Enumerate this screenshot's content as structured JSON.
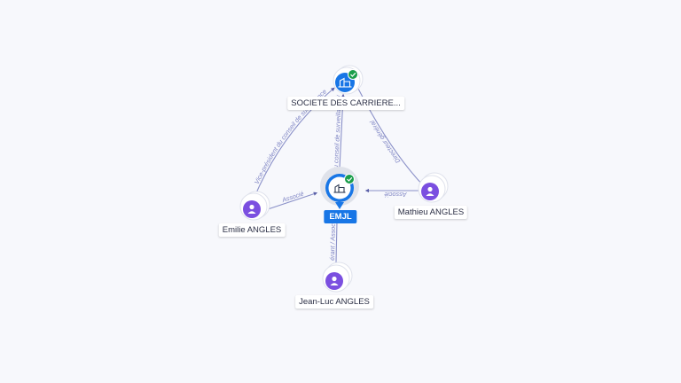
{
  "nodes": {
    "societe": {
      "label": "SOCIETE DES CARRIERE...",
      "icon": "building-icon",
      "verified": true
    },
    "emjl": {
      "label": "EMJL",
      "icon": "building-icon",
      "verified": true
    },
    "emilie": {
      "label": "Emilie ANGLES",
      "icon": "person-icon"
    },
    "mathieu": {
      "label": "Mathieu ANGLES",
      "icon": "person-icon"
    },
    "jeanluc": {
      "label": "Jean-Luc ANGLES",
      "icon": "person-icon"
    }
  },
  "edges": {
    "emjl_societe": "Membre du conseil de surveillance / Président",
    "emilie_societe": "Vice-président du conseil de surveillance",
    "mathieu_societe": "Directeur général",
    "emilie_emjl": "Associé",
    "mathieu_emjl": "Associé",
    "jeanluc_emjl": "Gérant / Associé"
  },
  "colors": {
    "accent": "#1876e6",
    "person": "#7b4fe0",
    "verified": "#1a9e4b",
    "edge": "#8a90c8"
  }
}
